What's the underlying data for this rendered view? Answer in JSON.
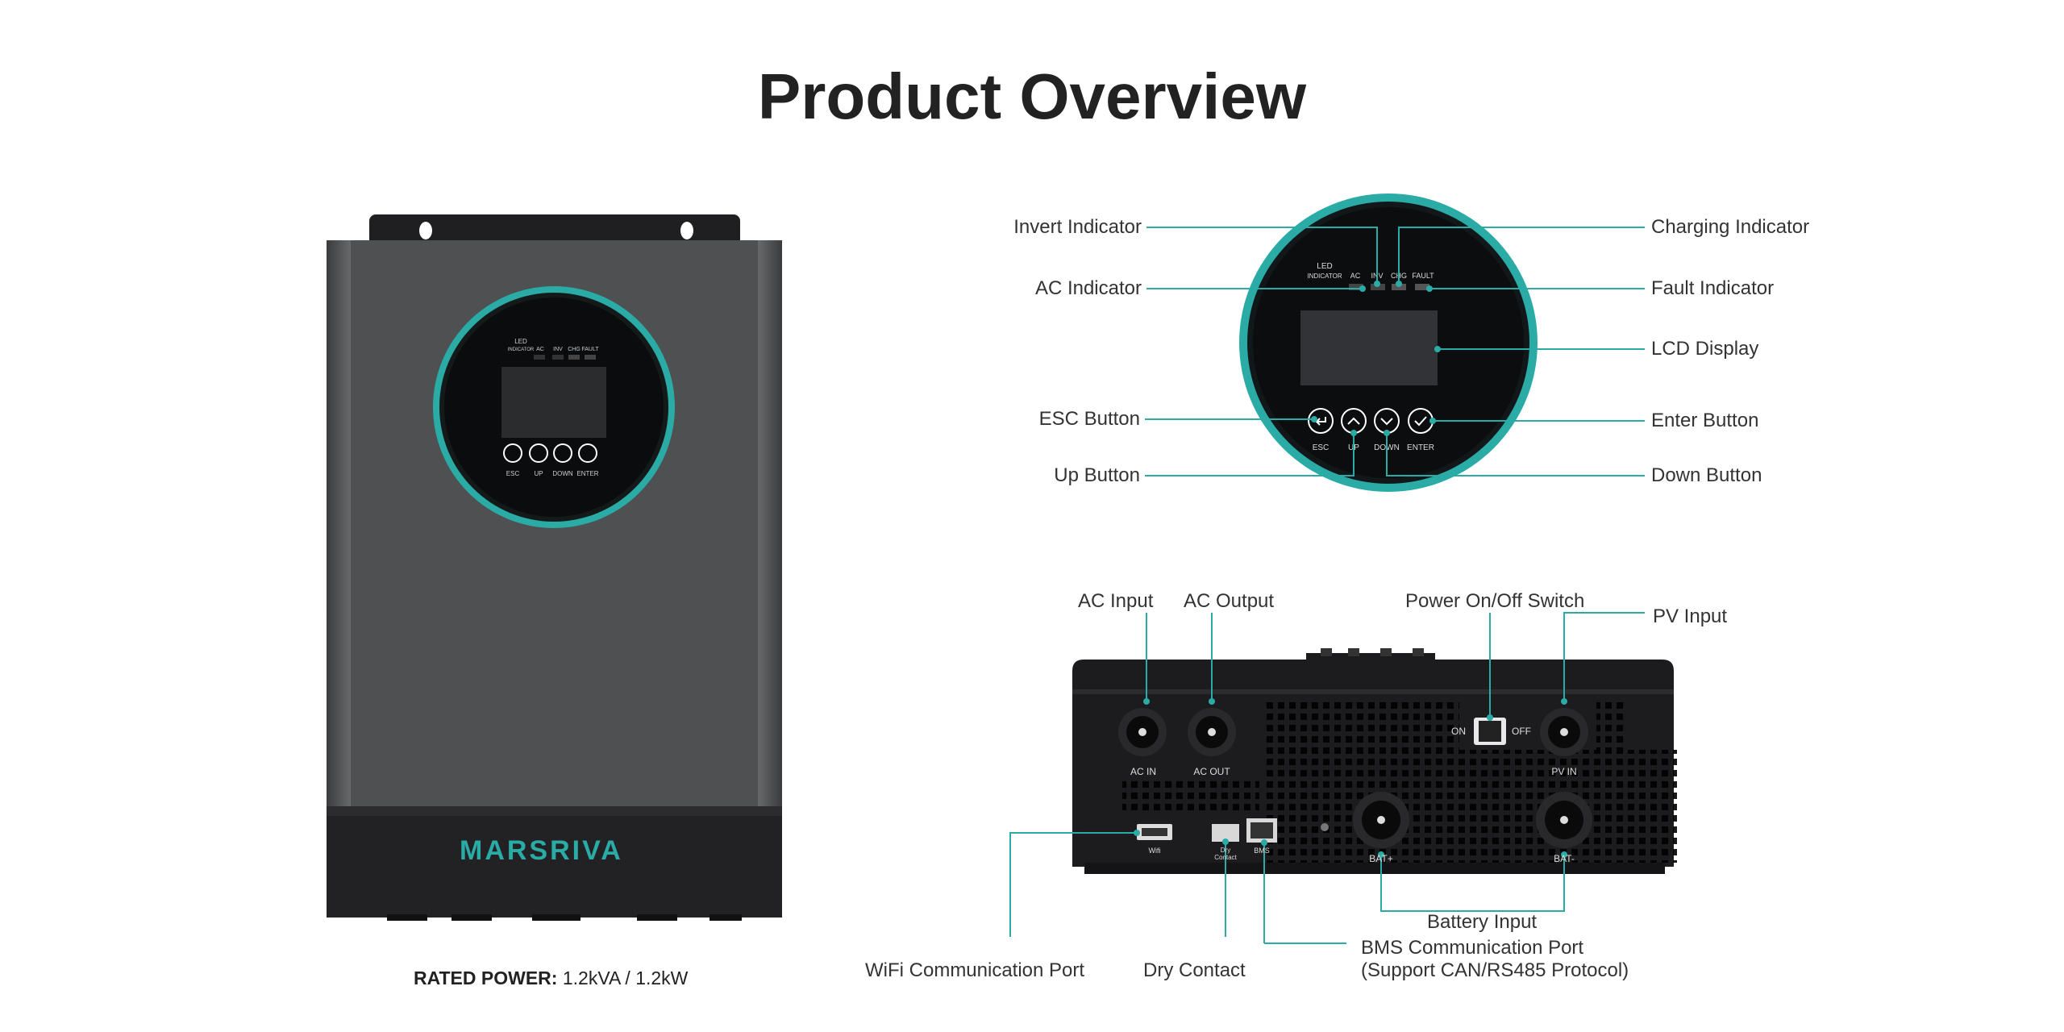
{
  "title": "Product Overview",
  "brand": "MARSRIVA",
  "rated_power": {
    "label": "RATED POWER:",
    "value": "1.2kVA / 1.2kW"
  },
  "panel": {
    "led_label": "LED",
    "indicator_label": "INDICATOR",
    "led_names": [
      "AC",
      "INV",
      "CHG",
      "FAULT"
    ],
    "buttons": [
      "ESC",
      "UP",
      "DOWN",
      "ENTER"
    ]
  },
  "front_callouts": {
    "invert_indicator": "Invert Indicator",
    "ac_indicator": "AC Indicator",
    "esc_button": "ESC Button",
    "up_button": "Up Button",
    "charging_indicator": "Charging Indicator",
    "fault_indicator": "Fault Indicator",
    "lcd_display": "LCD Display",
    "enter_button": "Enter Button",
    "down_button": "Down Button"
  },
  "bottom_callouts": {
    "ac_input": "AC Input",
    "ac_output": "AC Output",
    "power_switch": "Power On/Off Switch",
    "pv_input": "PV Input",
    "wifi_port": "WiFi Communication Port",
    "dry_contact": "Dry Contact",
    "bms_port_line1": "BMS Communication Port",
    "bms_port_line2": "(Support CAN/RS485 Protocol)",
    "battery_input": "Battery Input"
  },
  "bottom_panel_labels": {
    "ac_in": "AC IN",
    "ac_out": "AC OUT",
    "on": "ON",
    "off": "OFF",
    "pv_in": "PV IN",
    "wifi": "Wifi",
    "dry1": "Dry",
    "dry2": "Contact",
    "bms": "BMS",
    "bat_plus": "BAT+",
    "bat_minus": "BAT-"
  },
  "colors": {
    "accent": "#2aaba6",
    "body": "#4e4f51",
    "dark": "#222224"
  }
}
